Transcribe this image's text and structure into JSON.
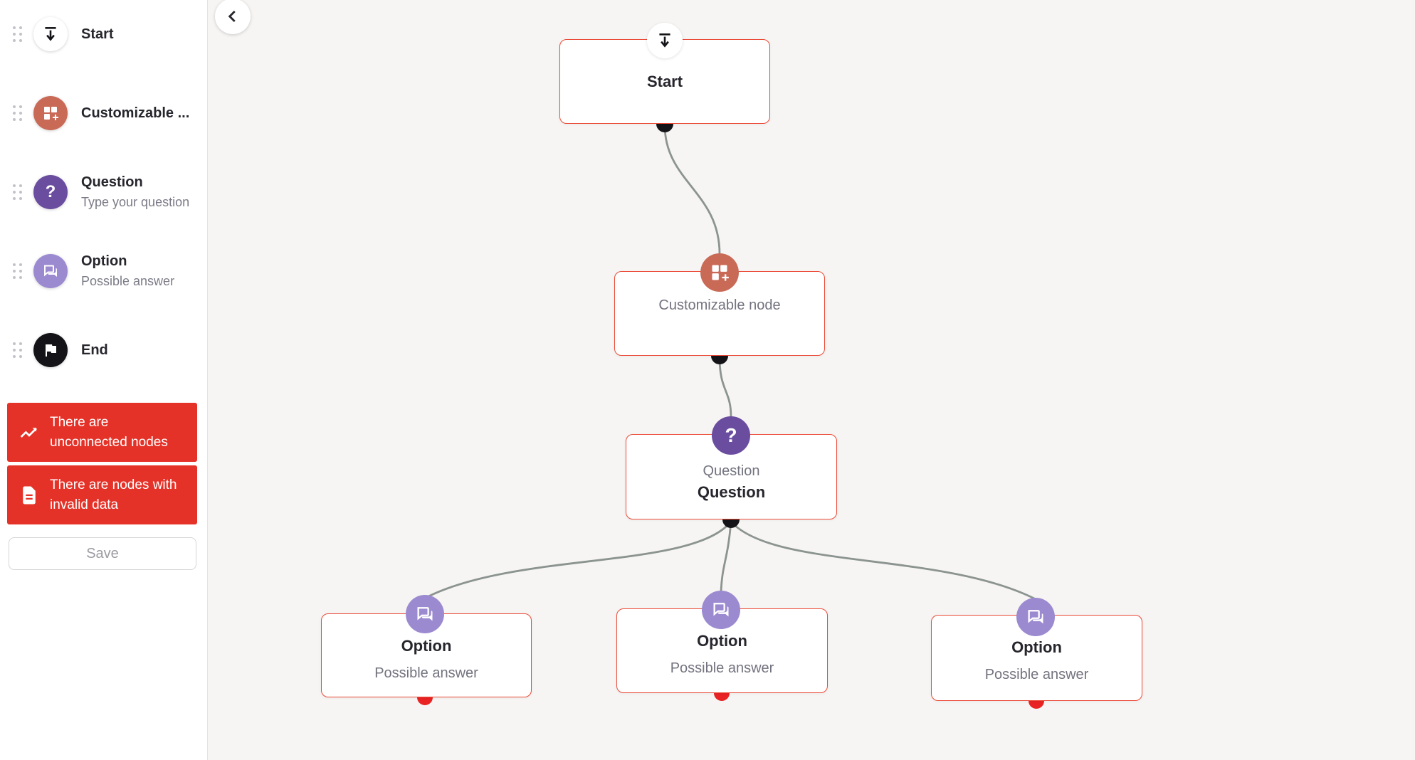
{
  "colors": {
    "node_border_red": "#eb4a37",
    "banner_red": "#e53228",
    "port_black": "#141418",
    "port_red": "#e92323",
    "connector_gray": "#8b9490",
    "icon_terracotta": "#c96a57",
    "icon_purple_dark": "#6b4da0",
    "icon_purple_light": "#9c8ad1",
    "canvas_bg": "#f7f5f3",
    "sidebar_bg": "#ffffff",
    "title_text": "#26262d",
    "muted_text": "#73737f"
  },
  "sidebar": {
    "items": [
      {
        "id": "start",
        "icon": "vertical-align-down-icon",
        "title": "Start"
      },
      {
        "id": "customizable",
        "icon": "dashboard-customize-icon",
        "title": "Customizable ..."
      },
      {
        "id": "question",
        "icon": "question-mark-icon",
        "title": "Question",
        "subtitle": "Type your question"
      },
      {
        "id": "option",
        "icon": "chat-bubbles-icon",
        "title": "Option",
        "subtitle": "Possible answer"
      },
      {
        "id": "end",
        "icon": "flag-icon",
        "title": "End"
      }
    ],
    "warnings": [
      {
        "icon": "trending-up-icon",
        "text": "There are unconnected nodes"
      },
      {
        "icon": "document-icon",
        "text": "There are nodes with invalid data"
      }
    ],
    "save_label": "Save"
  },
  "canvas": {
    "back_icon": "chevron-left-icon",
    "nodes": {
      "start": {
        "title": "Start"
      },
      "customizable": {
        "title": "Customizable node"
      },
      "question": {
        "type_label": "Question",
        "question_text": "Question"
      }
    },
    "options": [
      {
        "title": "Option",
        "subtitle": "Possible answer"
      },
      {
        "title": "Option",
        "subtitle": "Possible answer"
      },
      {
        "title": "Option",
        "subtitle": "Possible answer"
      }
    ],
    "question_mark_glyph": "?"
  }
}
